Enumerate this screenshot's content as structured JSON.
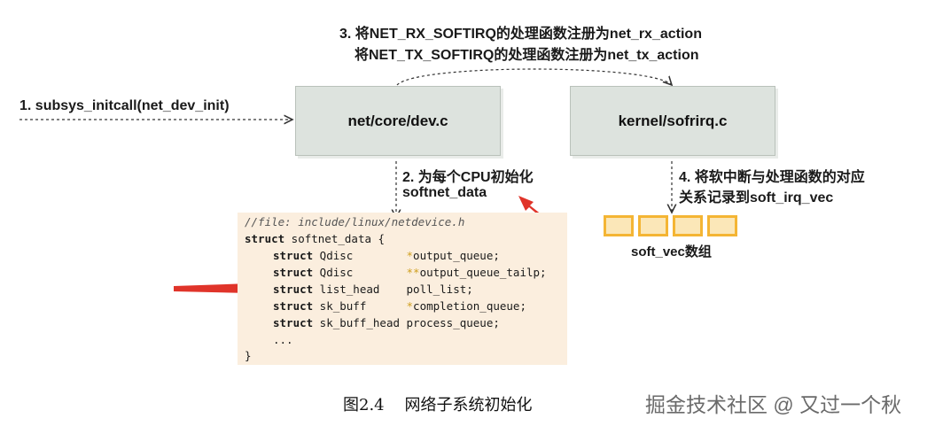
{
  "step1": "1. subsys_initcall(net_dev_init)",
  "step2": {
    "line1": "2. 为每个CPU初始化",
    "line2": "softnet_data"
  },
  "step3": {
    "line1": "3. 将NET_RX_SOFTIRQ的处理函数注册为net_rx_action",
    "line2": "将NET_TX_SOFTIRQ的处理函数注册为net_tx_action"
  },
  "step4": {
    "line1": "4. 将软中断与处理函数的对应",
    "line2": "关系记录到soft_irq_vec"
  },
  "boxes": {
    "dev": "net/core/dev.c",
    "softirq": "kernel/sofrirq.c"
  },
  "code": {
    "file_comment": "//file: include/linux/netdevice.h",
    "struct_kw": "struct",
    "struct_name": " softnet_data {",
    "fields": [
      {
        "kw": "struct",
        "type": " Qdisc        ",
        "star": "*",
        "name": "output_queue;"
      },
      {
        "kw": "struct",
        "type": " Qdisc        ",
        "star": "**",
        "name": "output_queue_tailp;"
      },
      {
        "kw": "struct",
        "type": " list_head    ",
        "star": "",
        "name": "poll_list;"
      },
      {
        "kw": "struct",
        "type": " sk_buff      ",
        "star": "*",
        "name": "completion_queue;"
      },
      {
        "kw": "struct",
        "type": " sk_buff_head ",
        "star": "",
        "name": "process_queue;"
      }
    ],
    "ellipsis": "...",
    "close": "}"
  },
  "vec_label": "soft_vec数组",
  "caption": "图2.4    网络子系统初始化",
  "watermark": "掘金技术社区 @ 又过一个秋",
  "colors": {
    "box_bg": "#dde3de",
    "code_bg": "#fbeede",
    "vec_border": "#f4b534",
    "red_arrow": "#e0342a"
  }
}
